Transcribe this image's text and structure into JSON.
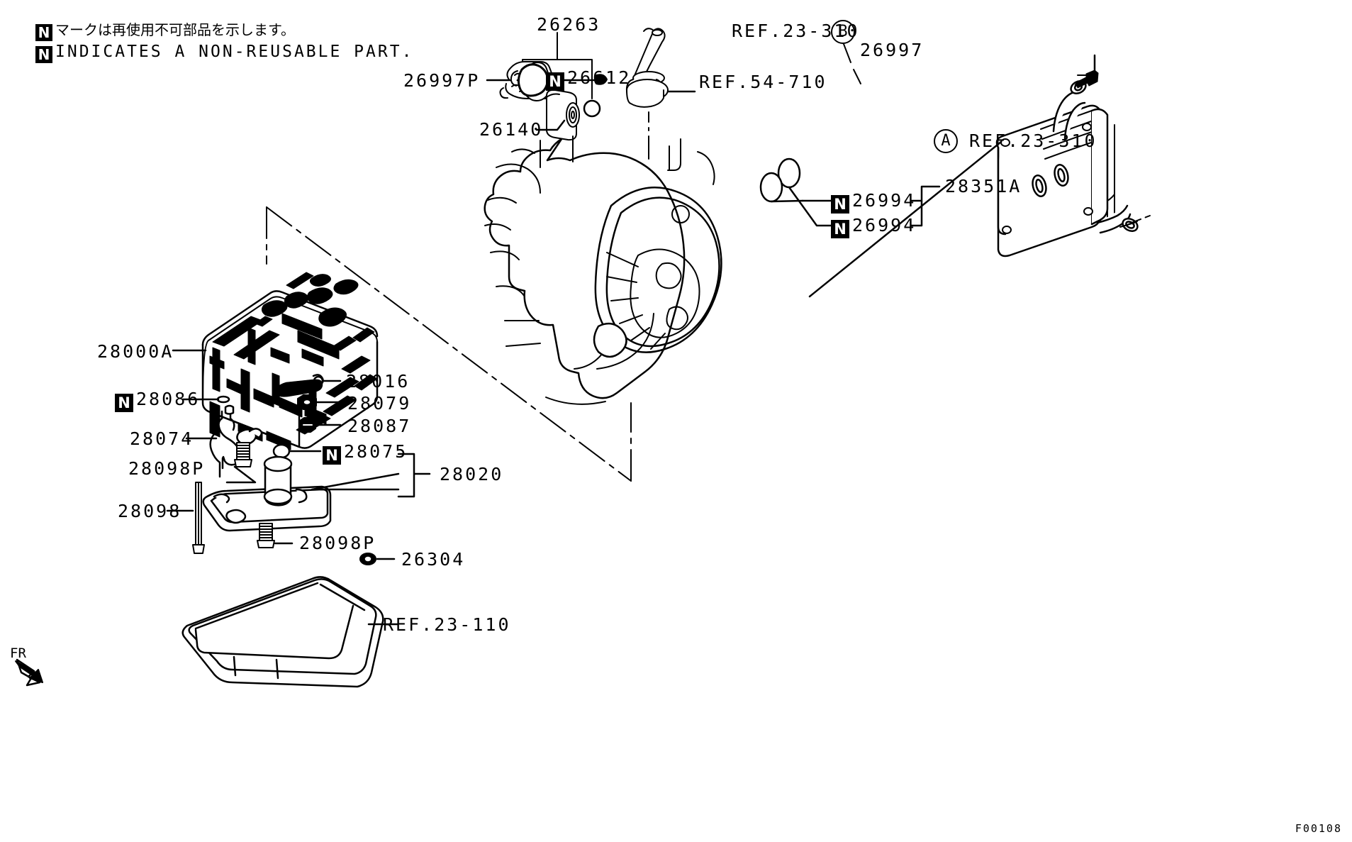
{
  "figure": {
    "id": "F00108",
    "orientation_marker": "FR"
  },
  "legend": {
    "badge": "N",
    "line_ja": "マークは再使用不可部品を示します。",
    "line_en": "INDICATES A NON-REUSABLE PART."
  },
  "callouts": {
    "p26997P": "26997P",
    "p26263": "26263",
    "p26612": "26612",
    "p26140": "26140",
    "ref54710": "REF.54-710",
    "ref23310_b": "REF.23-310",
    "ref23310_a": "REF.23-310",
    "circle_b": "B",
    "circle_a": "A",
    "p26997": "26997",
    "p26994_upper": "26994",
    "p26994_lower": "26994",
    "p28351A": "28351A",
    "p28000A": "28000A",
    "p28016": "28016",
    "p28086": "28086",
    "p28079": "28079",
    "p28087": "28087",
    "p28074": "28074",
    "p28075": "28075",
    "p28098P_upper": "28098P",
    "p28020": "28020",
    "p28098": "28098",
    "p28098P_lower": "28098P",
    "p26304": "26304",
    "ref23110": "REF.23-110"
  },
  "badges": {
    "n": "N"
  },
  "colors": {
    "ink": "#000000",
    "paper": "#ffffff"
  }
}
